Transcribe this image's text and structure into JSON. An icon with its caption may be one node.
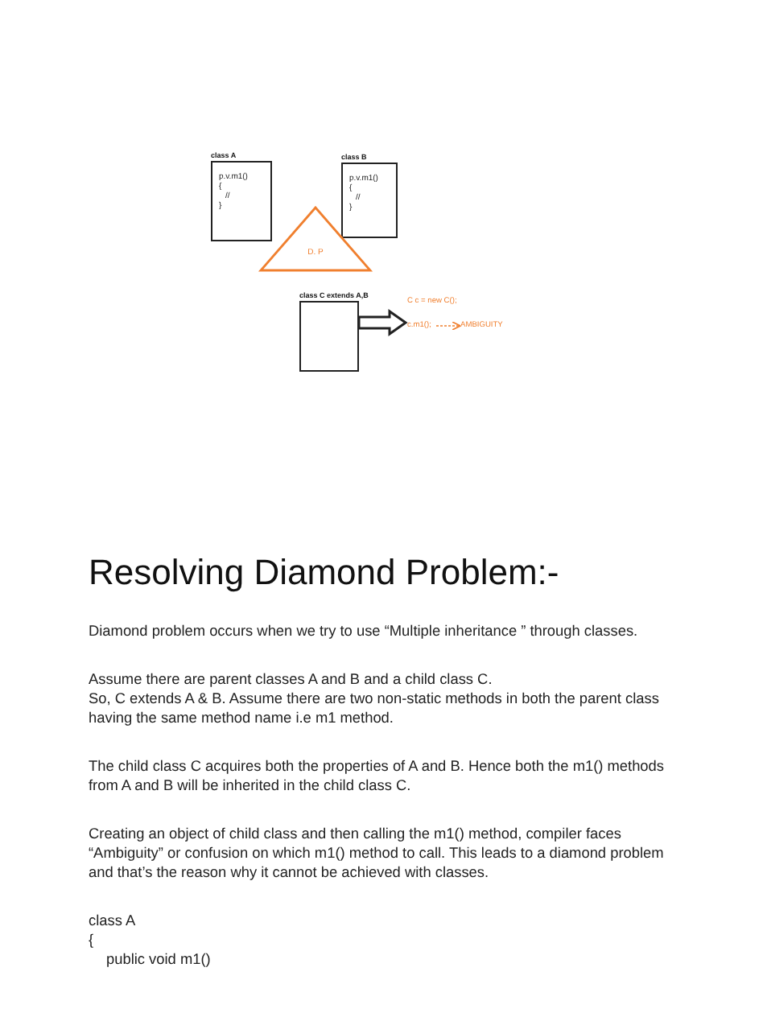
{
  "diagram": {
    "title": "Resolving Diamond Problem:-",
    "nodes": [
      {
        "text": [
          "class A",
          "p.v.m1()",
          "{",
          "//",
          "}"
        ]
      },
      {
        "text": [
          "class B",
          "p.v.m1()",
          "{",
          "//",
          "}"
        ]
      },
      {
        "text": [
          "D. P"
        ]
      },
      {
        "text": [
          "class C extends A,B"
        ]
      },
      {
        "text": [
          "C c = new C();"
        ]
      },
      {
        "text": [
          "c.m1();"
        ]
      },
      {
        "text": [
          "AMBIGUITY"
        ]
      }
    ],
    "edges": [
      {
        "from": 3,
        "to": 5,
        "arrow": "to",
        "style": "thick"
      },
      {
        "from": 5,
        "to": 6,
        "arrow": "to",
        "style": "dashed",
        "color": "#f07f2e"
      }
    ],
    "labels": [
      "Diamond problem occurs when we try to use “Multiple inheritance ” through classes.",
      "Assume there are parent classes A and B and a child class C.",
      "So, C extends A & B. Assume there are two non-static methods in both the parent class having the same method name i.e m1 method.",
      "The child class C acquires both the properties of A and B. Hence both the m1() methods from A and B will be inherited in the child class C.",
      "Creating an object of child class and then calling the m1() method, compiler faces “Ambiguity” or confusion on which m1() method to call. This leads to a diamond problem and that’s the reason why it cannot be achieved with classes.",
      "class A",
      "{",
      "public void m1()"
    ]
  }
}
